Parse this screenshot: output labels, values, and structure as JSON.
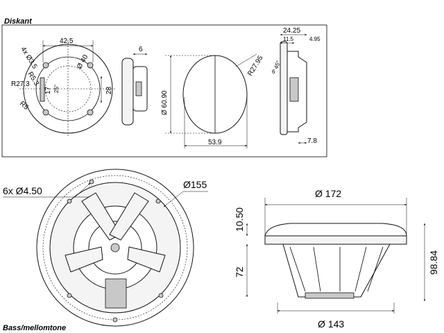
{
  "sections": {
    "tweeter_title": "Diskant",
    "bass_title": "Bass/mellomtone"
  },
  "tweeter": {
    "holes": "4x Ø3.5",
    "width": "42.5",
    "diameter_40": "Ø 40",
    "radius_53": "R5.3",
    "radius_273": "R27.3",
    "height_17": "17",
    "angle_25": "25°",
    "radius_5": "R5",
    "height_28": "28",
    "depth_6": "6",
    "diameter_6090": "Ø 60.90",
    "width_539": "53.9",
    "radius_2795": "R27.95",
    "depth_2425": "24.25",
    "depth_115": "11.5",
    "depth_495": "4.95",
    "angle_45": "45°",
    "height_6b": "6",
    "depth_78": "7.8"
  },
  "bass": {
    "holes": "6x Ø4.50",
    "diameter_155": "Ø155",
    "diameter_172": "Ø 172",
    "height_1050": "10.50",
    "height_72": "72",
    "height_9884": "98.84",
    "diameter_143": "Ø 143"
  }
}
